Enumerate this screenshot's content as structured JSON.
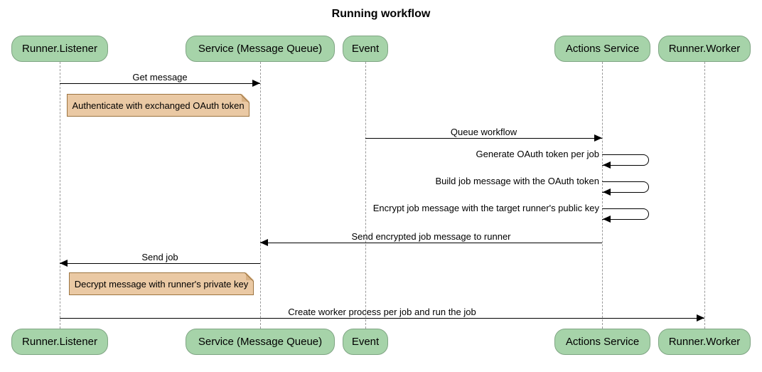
{
  "title": "Running workflow",
  "participants": [
    {
      "label": "Runner.Listener"
    },
    {
      "label": "Service (Message Queue)"
    },
    {
      "label": "Event"
    },
    {
      "label": "Actions Service"
    },
    {
      "label": "Runner.Worker"
    }
  ],
  "messages": [
    {
      "label": "Get message",
      "from": "Runner.Listener",
      "to": "Service (Message Queue)"
    },
    {
      "label": "Queue workflow",
      "from": "Event",
      "to": "Actions Service"
    },
    {
      "label": "Generate OAuth token per job",
      "from": "Actions Service",
      "to": "Actions Service",
      "self_message": true
    },
    {
      "label": "Build job message with the OAuth token",
      "from": "Actions Service",
      "to": "Actions Service",
      "self_message": true
    },
    {
      "label": "Encrypt job message with the target runner's public key",
      "from": "Actions Service",
      "to": "Actions Service",
      "self_message": true
    },
    {
      "label": "Send encrypted job message to runner",
      "from": "Actions Service",
      "to": "Service (Message Queue)"
    },
    {
      "label": "Send job",
      "from": "Service (Message Queue)",
      "to": "Runner.Listener"
    },
    {
      "label": "Create worker process per job and run the job",
      "from": "Runner.Listener",
      "to": "Runner.Worker"
    }
  ],
  "notes": [
    {
      "text": "Authenticate with exchanged OAuth token"
    },
    {
      "text": "Decrypt message with runner's private key"
    }
  ],
  "colors": {
    "background": "#ffffff",
    "text": "#000000",
    "line": "#000000",
    "lifeline": "#999999",
    "actor_fill": "#a6d3a9",
    "actor_border": "#7fa583",
    "note_fill": "#eac9a4",
    "note_border": "#9c7440",
    "note_fold": "#d8b184"
  }
}
